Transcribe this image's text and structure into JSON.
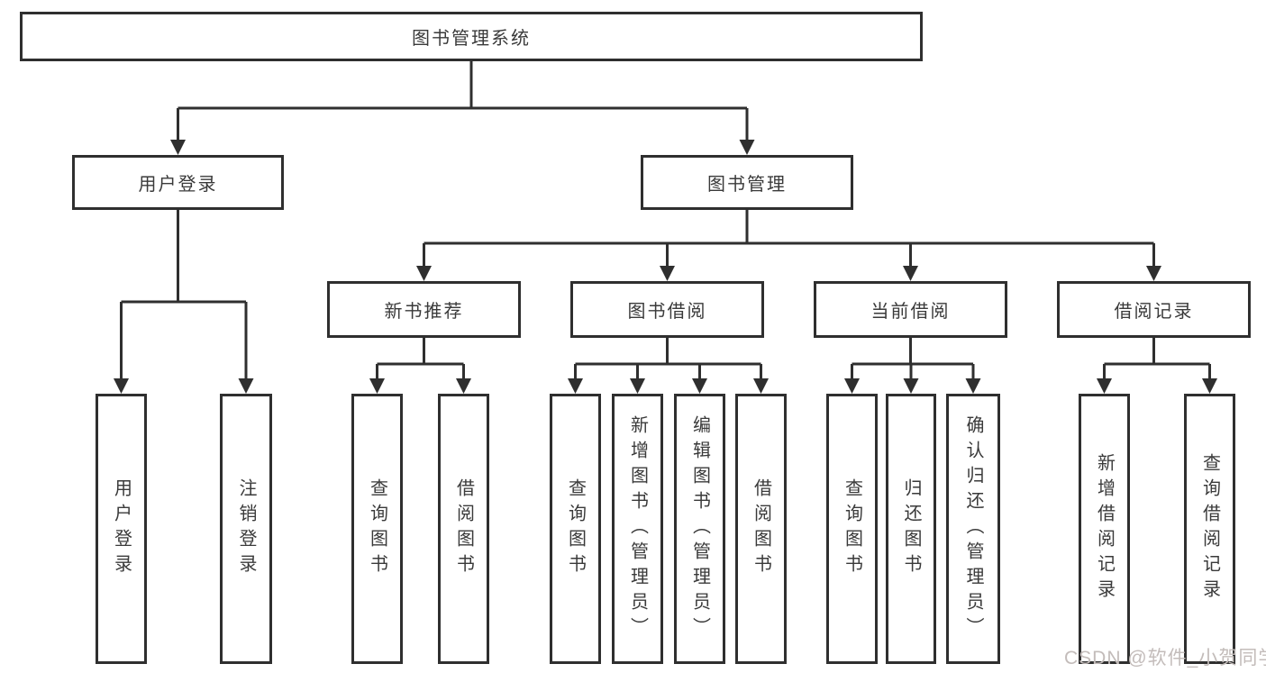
{
  "tree": {
    "label": "图书管理系统",
    "children": [
      {
        "label": "用户登录",
        "children": [
          {
            "label": "用户登录"
          },
          {
            "label": "注销登录"
          }
        ]
      },
      {
        "label": "图书管理",
        "children": [
          {
            "label": "新书推荐",
            "children": [
              {
                "label": "查询图书"
              },
              {
                "label": "借阅图书"
              }
            ]
          },
          {
            "label": "图书借阅",
            "children": [
              {
                "label": "查询图书"
              },
              {
                "label": "新增图书（管理员）"
              },
              {
                "label": "编辑图书（管理员）"
              },
              {
                "label": "借阅图书"
              }
            ]
          },
          {
            "label": "当前借阅",
            "children": [
              {
                "label": "查询图书"
              },
              {
                "label": "归还图书"
              },
              {
                "label": "确认归还（管理员）"
              }
            ]
          },
          {
            "label": "借阅记录",
            "children": [
              {
                "label": "新增借阅记录"
              },
              {
                "label": "查询借阅记录"
              }
            ]
          }
        ]
      }
    ]
  },
  "watermark": "CSDN @软件_小贺同学",
  "colors": {
    "line": "#2f2f2f",
    "box_border": "#2f2f2f",
    "text": "#3a3a3a",
    "background": "#ffffff",
    "watermark": "#c3bcba"
  }
}
